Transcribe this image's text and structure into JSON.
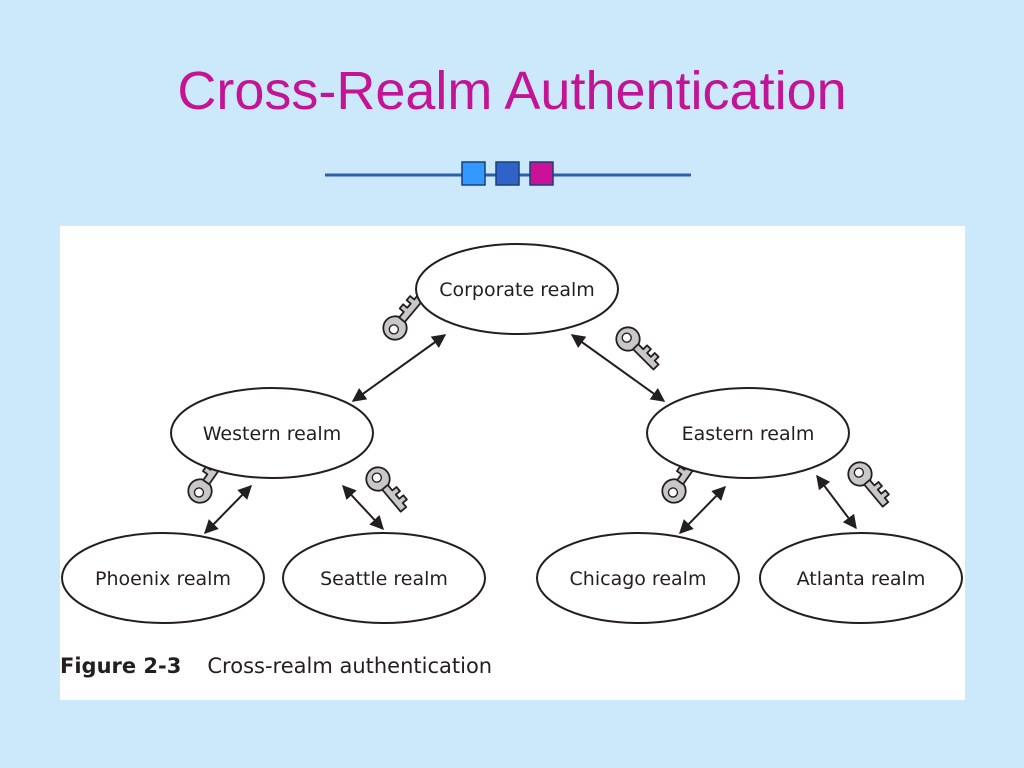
{
  "slide": {
    "title": "Cross-Realm Authentication",
    "colors": {
      "background": "#cce9fc",
      "title": "#c41496",
      "divider_line": "#2c5fa8",
      "square_1": "#3399ff",
      "square_2": "#2f63c7",
      "square_3": "#cc1199"
    }
  },
  "figure": {
    "nodes": {
      "corporate": "Corporate realm",
      "western": "Western realm",
      "eastern": "Eastern realm",
      "phoenix": "Phoenix realm",
      "seattle": "Seattle realm",
      "chicago": "Chicago realm",
      "atlanta": "Atlanta realm"
    },
    "edges": [
      {
        "from": "Corporate realm",
        "to": "Western realm",
        "icon": "key-icon",
        "direction": "bidirectional"
      },
      {
        "from": "Corporate realm",
        "to": "Eastern realm",
        "icon": "key-icon",
        "direction": "bidirectional"
      },
      {
        "from": "Western realm",
        "to": "Phoenix realm",
        "icon": "key-icon",
        "direction": "bidirectional"
      },
      {
        "from": "Western realm",
        "to": "Seattle realm",
        "icon": "key-icon",
        "direction": "bidirectional"
      },
      {
        "from": "Eastern realm",
        "to": "Chicago realm",
        "icon": "key-icon",
        "direction": "bidirectional"
      },
      {
        "from": "Eastern realm",
        "to": "Atlanta realm",
        "icon": "key-icon",
        "direction": "bidirectional"
      }
    ],
    "caption": {
      "number": "Figure 2-3",
      "text": "Cross-realm authentication"
    }
  }
}
